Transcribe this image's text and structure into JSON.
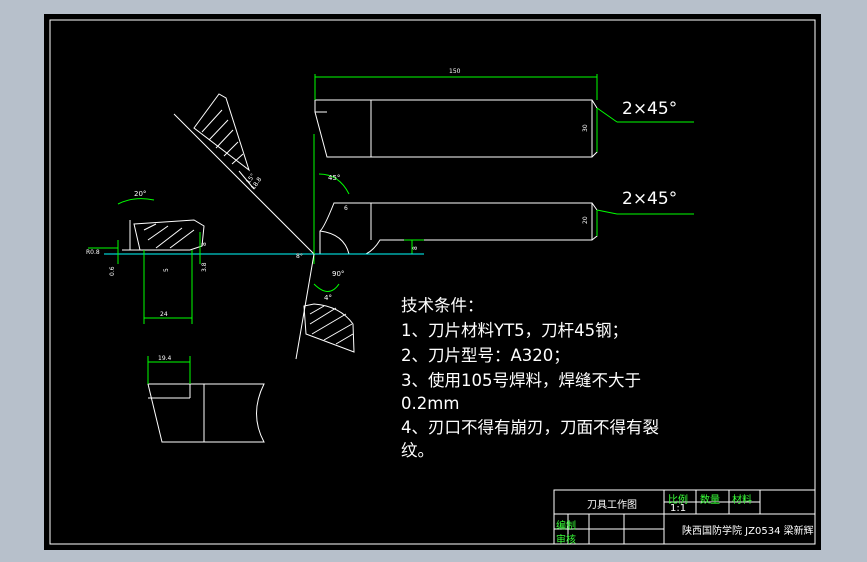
{
  "colors": {
    "background_outer": "#b7c0cb",
    "canvas": "#000000",
    "outline": "#ffffff",
    "dimension": "#00ff00",
    "centerline": "#00ffff",
    "hatch": "#ffffff"
  },
  "dimensions": {
    "total_length": "150",
    "chamfer_top": "2×45°",
    "chamfer_bottom": "2×45°",
    "height_top": "30",
    "height_bottom": "20",
    "small_side": "8",
    "angle_45": "45°",
    "angle_20": "20°",
    "angle_90": "90°",
    "angle_4": "4°",
    "angle_15": "15°",
    "angle_8": "8°",
    "left_a": "R0.8",
    "left_b": "0.6",
    "left_c": "8",
    "left_d": "3.8",
    "left_e": "5",
    "width_24": "24",
    "width_19": "19.4",
    "diag": "18.8",
    "small_6": "6"
  },
  "tech_notes": {
    "title": "技术条件：",
    "line1": "1、刀片材料YT5，刀杆45钢；",
    "line2": "2、刀片型号：A320；",
    "line3a": "3、使用105号焊料，焊缝不大于",
    "line3b": "0.2mm",
    "line4a": "4、刃口不得有崩刃，刀面不得有裂",
    "line4b": "纹。"
  },
  "title_block": {
    "drawing_name": "刀具工作图",
    "scale_label": "比例",
    "scale_value": "1:1",
    "quantity_label": "数量",
    "material_label": "材料",
    "drawn_label": "编制",
    "checked_label": "审核",
    "organization": "陕西国防学院  JZ0534 梁新辉"
  }
}
